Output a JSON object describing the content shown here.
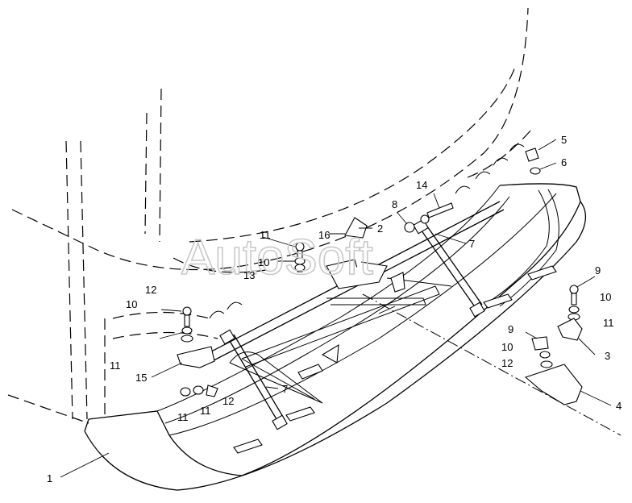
{
  "watermark": "AutoSoft",
  "callouts": [
    {
      "id": "c1",
      "label": "1"
    },
    {
      "id": "c2",
      "label": "2"
    },
    {
      "id": "c3",
      "label": "3"
    },
    {
      "id": "c4",
      "label": "4"
    },
    {
      "id": "c5",
      "label": "5"
    },
    {
      "id": "c6",
      "label": "6"
    },
    {
      "id": "c7a",
      "label": "7"
    },
    {
      "id": "c7b",
      "label": "7"
    },
    {
      "id": "c8",
      "label": "8"
    },
    {
      "id": "c9a",
      "label": "9"
    },
    {
      "id": "c9b",
      "label": "9"
    },
    {
      "id": "c10a",
      "label": "10"
    },
    {
      "id": "c10b",
      "label": "10"
    },
    {
      "id": "c10c",
      "label": "10"
    },
    {
      "id": "c10d",
      "label": "10"
    },
    {
      "id": "c11a",
      "label": "11"
    },
    {
      "id": "c11b",
      "label": "11"
    },
    {
      "id": "c11c",
      "label": "11"
    },
    {
      "id": "c11d",
      "label": "11"
    },
    {
      "id": "c11e",
      "label": "11"
    },
    {
      "id": "c12a",
      "label": "12"
    },
    {
      "id": "c12b",
      "label": "12"
    },
    {
      "id": "c12c",
      "label": "12"
    },
    {
      "id": "c13",
      "label": "13"
    },
    {
      "id": "c14",
      "label": "14"
    },
    {
      "id": "c15",
      "label": "15"
    },
    {
      "id": "c16",
      "label": "16"
    }
  ]
}
